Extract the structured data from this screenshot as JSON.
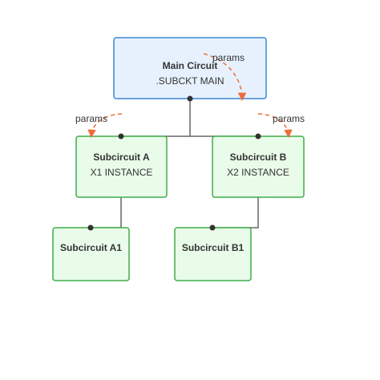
{
  "colors": {
    "main_fill": "#e6f1fd",
    "main_stroke": "#3b86d6",
    "sub_fill": "#e9fbe9",
    "sub_stroke": "#3fae4a",
    "connector": "#666666",
    "junction_dot": "#333333",
    "params_arrow": "#ee6c3a"
  },
  "nodes": {
    "main": {
      "title": "Main Circuit",
      "subtitle": ".SUBCKT MAIN"
    },
    "a": {
      "title": "Subcircuit A",
      "subtitle": "X1 INSTANCE"
    },
    "b": {
      "title": "Subcircuit B",
      "subtitle": "X2 INSTANCE"
    },
    "a1": {
      "title": "Subcircuit A1"
    },
    "b1": {
      "title": "Subcircuit B1"
    }
  },
  "edge_labels": {
    "main_params": "params",
    "a_params": "params",
    "b_params": "params"
  }
}
